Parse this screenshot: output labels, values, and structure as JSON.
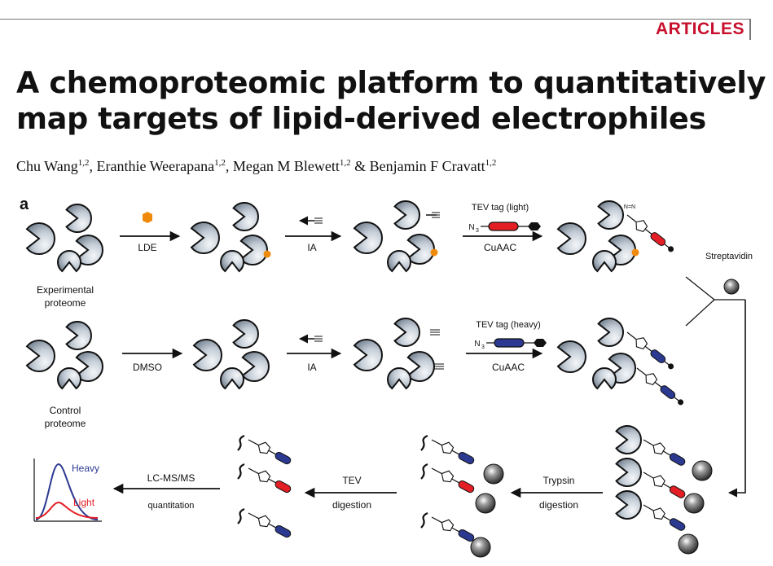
{
  "header": {
    "section_label": "ARTICLES"
  },
  "article": {
    "title": "A chemoproteomic platform to quantitatively map targets of lipid-derived electrophiles",
    "authors": [
      {
        "name": "Chu Wang",
        "affil": "1,2",
        "sep": ", "
      },
      {
        "name": "Eranthie Weerapana",
        "affil": "1,2",
        "sep": ", "
      },
      {
        "name": "Megan M Blewett",
        "affil": "1,2",
        "sep": " & "
      },
      {
        "name": "Benjamin F Cravatt",
        "affil": "1,2",
        "sep": ""
      }
    ]
  },
  "figure": {
    "panel_label": "a",
    "experimental_proteome": [
      "Experimental",
      "proteome"
    ],
    "control_proteome": [
      "Control",
      "proteome"
    ],
    "lde": "LDE",
    "dmso": "DMSO",
    "ia": "IA",
    "tev_tag_light": "TEV tag (light)",
    "tev_tag_heavy": "TEV tag (heavy)",
    "azide": "N",
    "azide_sub": "3",
    "cuaac": "CuAAC",
    "streptavidin": "Streptavidin",
    "trypsin": "Trypsin",
    "digestion": "digestion",
    "tev": "TEV",
    "lcms": "LC-MS/MS",
    "quantitation": "quantitation",
    "heavy": "Heavy",
    "light": "Light",
    "triazole_n": "N",
    "triazole_nn": "N=N",
    "colors": {
      "lde": "#f08a0c",
      "light_tag": "#e31e24",
      "heavy_tag": "#2b3990",
      "articles": "#c8102e"
    }
  }
}
